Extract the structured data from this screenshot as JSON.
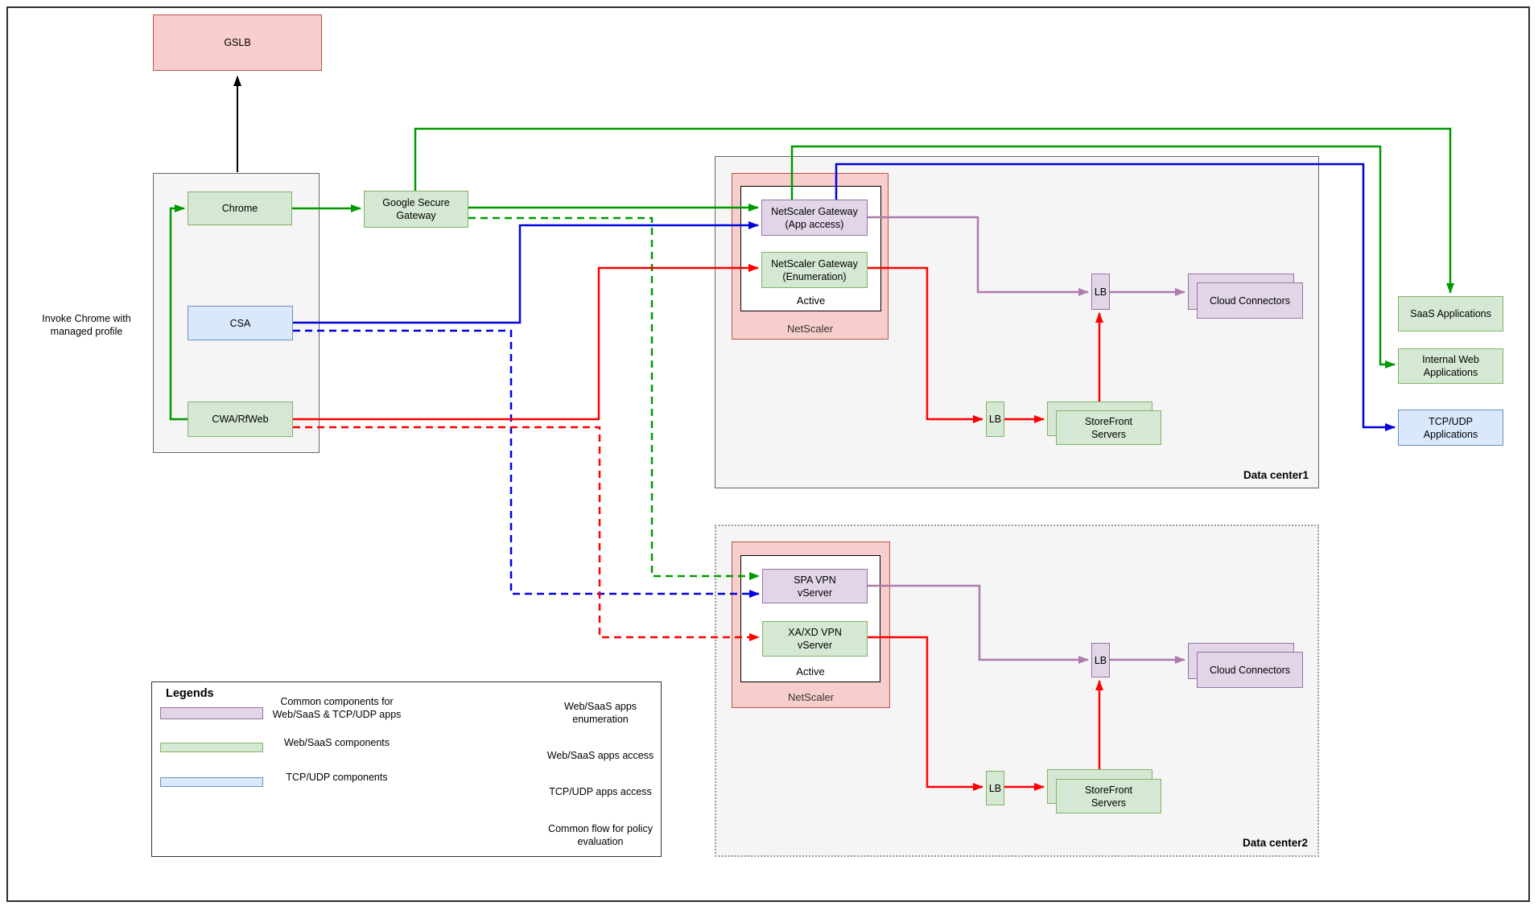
{
  "palette": {
    "component_green_fill": "#d5e8d4",
    "component_green_stroke": "#82b366",
    "component_pink_fill": "#f8cecc",
    "component_pink_stroke": "#b85450",
    "component_blue_fill": "#dae8fc",
    "component_blue_stroke": "#6c8ebf",
    "component_purple_fill": "#e1d5e7",
    "component_purple_stroke": "#9673a6",
    "flow_red": "#ff0000",
    "flow_green": "#009900",
    "flow_blue": "#0000e0",
    "flow_purple": "#ae7bac"
  },
  "nodes": {
    "gslb": "GSLB",
    "chrome": "Chrome",
    "csa": "CSA",
    "cwa": "CWA/RfWeb",
    "invoke_note": "Invoke Chrome with\nmanaged profile",
    "gsg": "Google Secure\nGateway",
    "saas": "SaaS Applications",
    "internal_web": "Internal Web\nApplications",
    "tcp_udp": "TCP/UDP\nApplications"
  },
  "dc1": {
    "title": "Data center1",
    "netscaler": "NetScaler",
    "active": "Active",
    "nsg_app": "NetScaler Gateway\n(App access)",
    "nsg_enum": "NetScaler Gateway\n(Enumeration)",
    "lb_policy": "LB",
    "lb_storefront": "LB",
    "cloud_connectors": "Cloud Connectors",
    "storefront": "StoreFront\nServers"
  },
  "dc2": {
    "title": "Data center2",
    "netscaler": "NetScaler",
    "active": "Active",
    "spa_vpn": "SPA VPN\nvServer",
    "xaxd_vpn": "XA/XD VPN\nvServer",
    "lb_policy": "LB",
    "lb_storefront": "LB",
    "cloud_connectors": "Cloud Connectors",
    "storefront": "StoreFront\nServers"
  },
  "legend": {
    "title": "Legends",
    "components": [
      {
        "label": "Common components for\nWeb/SaaS & TCP/UDP apps",
        "swatch": "purple"
      },
      {
        "label": "Web/SaaS components",
        "swatch": "green"
      },
      {
        "label": "TCP/UDP components",
        "swatch": "blue"
      }
    ],
    "flows": [
      {
        "label": "Web/SaaS apps\nenumeration",
        "color": "red"
      },
      {
        "label": "Web/SaaS apps access",
        "color": "green"
      },
      {
        "label": "TCP/UDP apps access",
        "color": "blue"
      },
      {
        "label": "Common flow for policy\nevaluation",
        "color": "purple"
      }
    ]
  }
}
